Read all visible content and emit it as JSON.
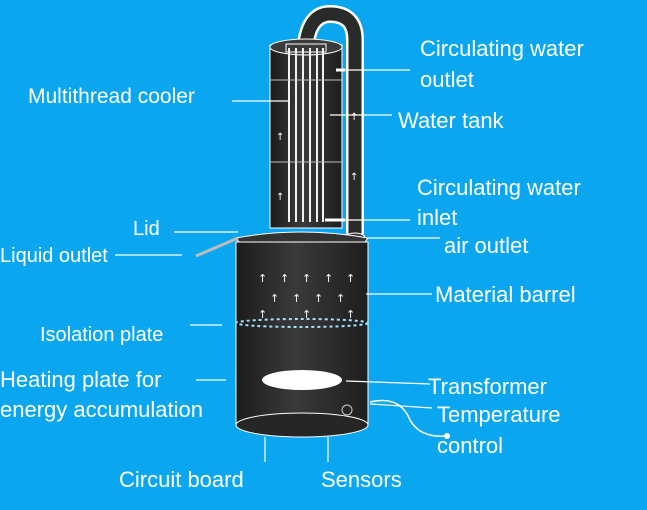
{
  "labels": {
    "circulating_water_outlet_1": "Circulating water",
    "circulating_water_outlet_2": "outlet",
    "multithread_cooler": "Multithread cooler",
    "water_tank": "Water tank",
    "circulating_water_inlet_1": "Circulating water",
    "circulating_water_inlet_2": "inlet",
    "lid": "Lid",
    "liquid_outlet": "Liquid outlet",
    "air_outlet": "air outlet",
    "material_barrel": "Material barrel",
    "isolation_plate": "Isolation plate",
    "heating_plate_1": "Heating plate for",
    "heating_plate_2": "energy accumulation",
    "transformer": "Transformer",
    "temperature_control_1": "Temperature",
    "temperature_control_2": "control",
    "circuit_board": "Circuit board",
    "sensors": "Sensors"
  },
  "colors": {
    "background": "#0aa6f0",
    "apparatus": "#2b2b2b",
    "label_text": "#ffffff",
    "leader_lines": "#ffffff"
  }
}
